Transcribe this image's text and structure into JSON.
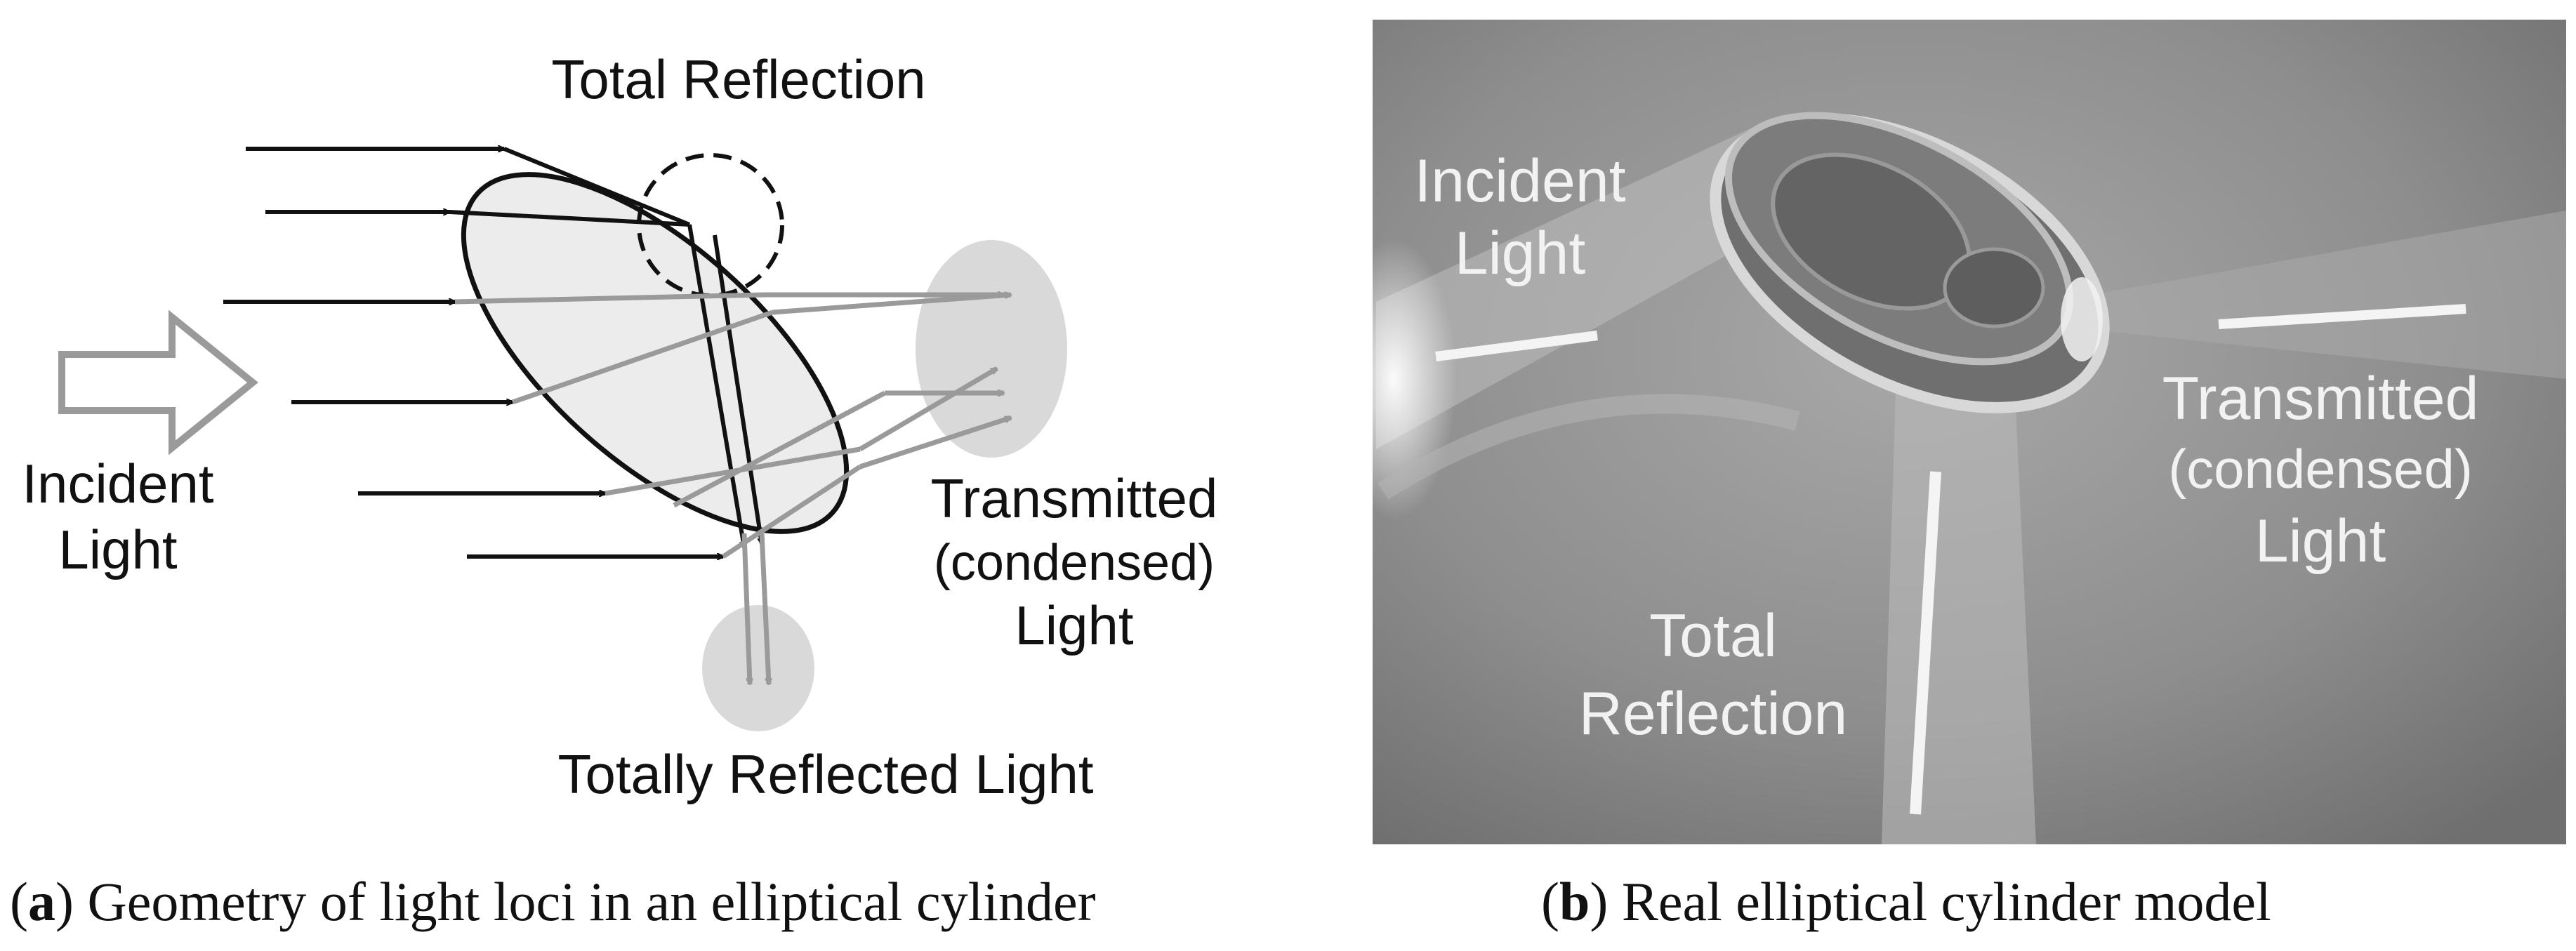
{
  "panel_a": {
    "label_total_reflection": "Total Reflection",
    "label_incident": [
      "Incident",
      "Light"
    ],
    "label_transmitted": [
      "Transmitted",
      "(condensed)",
      "Light"
    ],
    "label_totally_reflected": "Totally Reflected Light",
    "caption_letter": "a",
    "caption_text": "Geometry of light loci in an elliptical cylinder"
  },
  "panel_b": {
    "label_incident": [
      "Incident",
      "Light"
    ],
    "label_transmitted": [
      "Transmitted",
      "(condensed)",
      "Light"
    ],
    "label_total_reflection": [
      "Total",
      "Reflection"
    ],
    "caption_letter": "b",
    "caption_text": "Real elliptical cylinder model"
  },
  "colors": {
    "black_ray": "#111111",
    "gray_ray": "#9a9a9a",
    "ellipse_fill": "#ececec",
    "glow_fill": "#d6d6d6",
    "photo_bg": "#8c8c8c"
  }
}
